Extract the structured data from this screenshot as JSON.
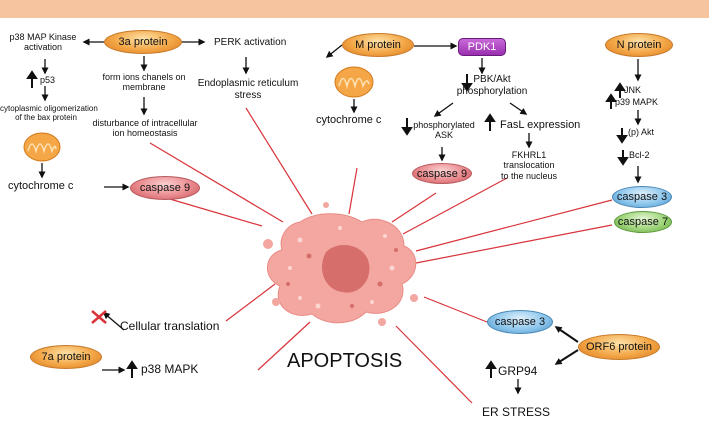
{
  "proteins": {
    "p3a": "3a protein",
    "m": "M protein",
    "n": "N protein",
    "p7a": "7a protein",
    "orf6": "ORF6 protein"
  },
  "nodes": {
    "pdk1": "PDK1",
    "caspase9_left": "caspase 9",
    "caspase9_mid": "caspase 9",
    "caspase3_right": "caspase 3",
    "caspase7": "caspase 7",
    "caspase3_bottom": "caspase 3"
  },
  "texts": {
    "p38_line1": "p38 MAP Kinase",
    "p38_line2": "activation",
    "p53": "p53",
    "oligo_line1": "cytoplasmic oligomerization",
    "oligo_line2": "of the bax protein",
    "cytochrome_left": "cytochrome c",
    "ions_line1": "form ions chanels on",
    "ions_line2": "membrane",
    "dist_line1": "disturbance of intracellular",
    "dist_line2": "ion homeostasis",
    "perk": "PERK activation",
    "er_line1": "Endoplasmic reticulum",
    "er_line2": "stress",
    "cytochrome_mid": "cytochrome c",
    "pbk_line1": "PBK/Akt",
    "pbk_line2": "phosphorylation",
    "phos_line1": "phosphorylated",
    "phos_line2": "ASK",
    "fasl": "FasL expression",
    "fkhrl_line1": "FKHRL1",
    "fkhrl_line2": "translocation",
    "fkhrl_line3": "to the nucleus",
    "jnk": "JNK",
    "p39": "p39 MAPK",
    "akt": "(p) Akt",
    "bcl2": "Bcl-2",
    "cellular_translation": "Cellular translation",
    "p38mapk": "p38 MAPK",
    "apoptosis": "APOPTOSIS",
    "grp94": "GRP94",
    "er_stress": "ER STRESS"
  },
  "colors": {
    "top_bar": "#f7c4a0",
    "red_line": "#d9333a",
    "cell_body": "#f4a6a0",
    "nucleus": "#d66e6b"
  }
}
